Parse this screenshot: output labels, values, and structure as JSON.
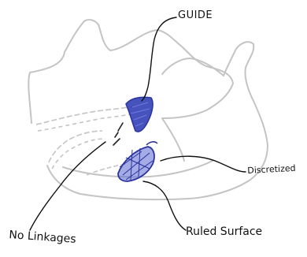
{
  "annotations": {
    "guide": "GUIDE",
    "discretized": "Discretized",
    "no_linkages": "No Linkages",
    "ruled_surface": "Ruled Surface"
  },
  "colors": {
    "jaw_outline": "#c4c4c4",
    "highlight": "#3340b5",
    "ink": "#111111",
    "background": "#ffffff"
  }
}
